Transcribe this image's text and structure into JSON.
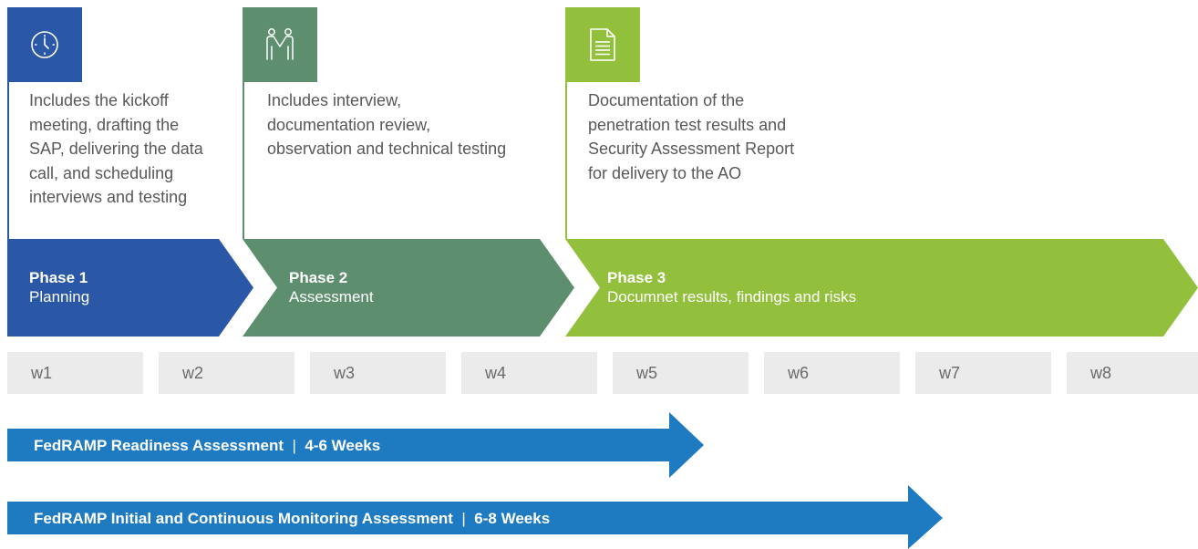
{
  "colors": {
    "phase1": "#2a58a6",
    "phase2": "#5d8f6e",
    "phase3": "#93c03c",
    "bar": "#1f7bc1",
    "week_bg": "#ebebeb"
  },
  "phases": [
    {
      "icon": "clock-icon",
      "description": [
        "Includes the kickoff",
        "meeting, drafting the",
        "SAP, delivering the data",
        "call, and scheduling",
        "interviews and testing"
      ],
      "label": "Phase 1",
      "name": "Planning"
    },
    {
      "icon": "people-icon",
      "description": [
        "Includes interview,",
        "documentation review,",
        "observation and technical testing"
      ],
      "label": "Phase 2",
      "name": "Assessment"
    },
    {
      "icon": "document-icon",
      "description": [
        "Documentation of the",
        "penetration test results and",
        "Security Assessment Report",
        "for delivery to the AO"
      ],
      "label": "Phase 3",
      "name": "Documnet results, findings and risks"
    }
  ],
  "weeks": [
    "w1",
    "w2",
    "w3",
    "w4",
    "w5",
    "w6",
    "w7",
    "w8"
  ],
  "durations": [
    {
      "name": "FedRAMP Readiness Assessment",
      "separator": "|",
      "length": "4-6 Weeks"
    },
    {
      "name": "FedRAMP Initial and Continuous Monitoring Assessment",
      "separator": "|",
      "length": "6-8 Weeks"
    }
  ]
}
